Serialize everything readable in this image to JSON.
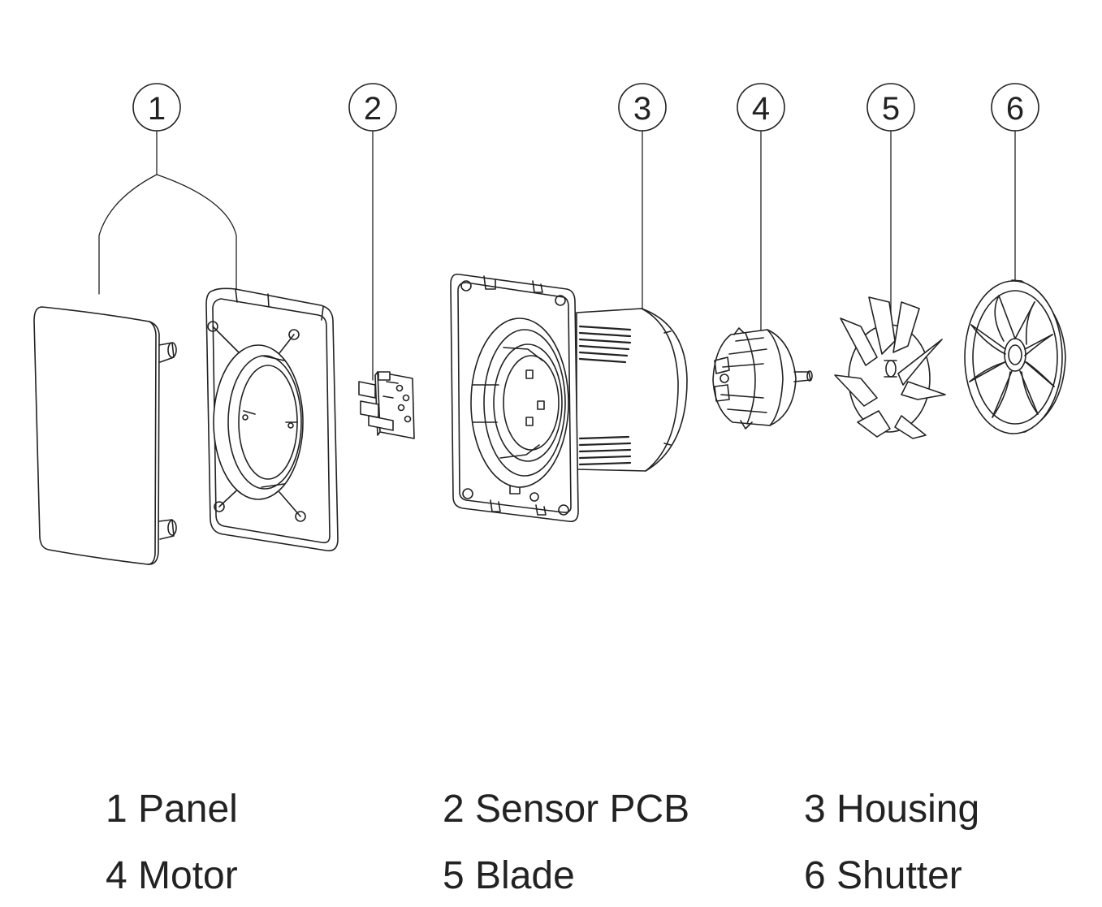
{
  "callouts": [
    "1",
    "2",
    "3",
    "4",
    "5",
    "6"
  ],
  "legend": [
    {
      "num": "1",
      "name": "Panel"
    },
    {
      "num": "2",
      "name": "Sensor PCB"
    },
    {
      "num": "3",
      "name": "Housing"
    },
    {
      "num": "4",
      "name": "Motor"
    },
    {
      "num": "5",
      "name": "Blade"
    },
    {
      "num": "6",
      "name": "Shutter"
    }
  ],
  "legend_text": [
    "1 Panel",
    "2 Sensor PCB",
    "3 Housing",
    "4 Motor",
    "5 Blade",
    "6 Shutter"
  ],
  "colors": {
    "line": "#222222",
    "fill": "#ffffff"
  }
}
